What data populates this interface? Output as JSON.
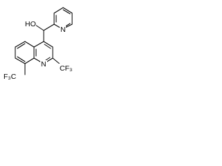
{
  "molecule": {
    "atom_labels": {
      "hydroxyl": "HO",
      "pyridine_nitrogen": "N",
      "quinoline_nitrogen": "N",
      "trifluoromethyl_left": "F₃C",
      "trifluoromethyl_right": "CF₃"
    }
  }
}
